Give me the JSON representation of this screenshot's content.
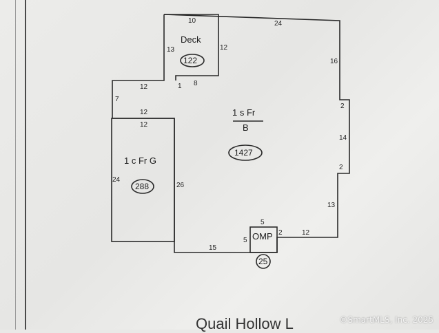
{
  "sketch": {
    "main_area": {
      "name_line1": "1 s Fr",
      "name_line2": "B",
      "sqft": "1427"
    },
    "deck": {
      "name": "Deck",
      "sqft": "122"
    },
    "garage": {
      "name": "1 c Fr G",
      "sqft": "288"
    },
    "porch": {
      "name": "OMP",
      "sqft": "25"
    },
    "dimensions": {
      "deck_top": "10",
      "deck_left": "13",
      "deck_right": "12",
      "deck_bottom_small": "1",
      "deck_bottom": "8",
      "main_top": "24",
      "right_upper": "16",
      "right_notch_top": "2",
      "right_middle": "14",
      "right_notch_bottom": "2",
      "right_lower": "13",
      "bottom_right": "12",
      "porch_right": "2",
      "porch_top": "5",
      "porch_left": "5",
      "bottom_left": "15",
      "garage_inner": "26",
      "garage_left": "24",
      "garage_top": "12",
      "garage_top_inner": "12",
      "upper_left_top": "12",
      "upper_left_side": "7"
    }
  },
  "footer": {
    "street_text": "Quail Hollow L",
    "watermark": "©SmartMLS, Inc. 2025"
  }
}
